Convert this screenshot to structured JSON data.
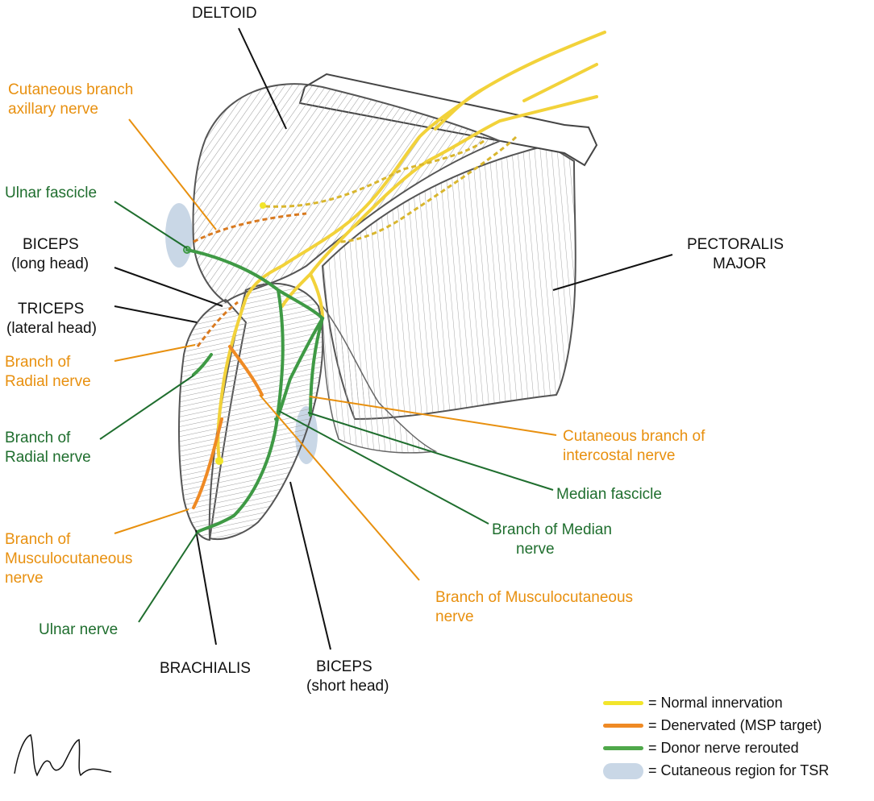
{
  "labels": {
    "deltoid": "DELTOID",
    "cut_axillary": [
      "Cutaneous branch",
      "axillary nerve"
    ],
    "ulnar_fascicle": "Ulnar fascicle",
    "biceps_long": [
      "BICEPS",
      "(long head)"
    ],
    "triceps_lateral": [
      "TRICEPS",
      "(lateral head)"
    ],
    "branch_radial_orange": [
      "Branch of",
      "Radial nerve"
    ],
    "branch_radial_green": [
      "Branch of",
      "Radial nerve"
    ],
    "branch_musculo_left": [
      "Branch of",
      "Musculocutaneous",
      "nerve"
    ],
    "ulnar_nerve": "Ulnar nerve",
    "brachialis": "BRACHIALIS",
    "biceps_short": [
      "BICEPS",
      "(short head)"
    ],
    "pectoralis": [
      "PECTORALIS",
      "MAJOR"
    ],
    "cut_intercostal": [
      "Cutaneous branch of",
      "intercostal nerve"
    ],
    "median_fascicle": "Median fascicle",
    "branch_median": [
      "Branch of Median",
      "nerve"
    ],
    "branch_musculo_right": [
      "Branch of Musculocutaneous",
      "nerve"
    ]
  },
  "legend": [
    {
      "text": "= Normal innervation",
      "color": "#f2e52b"
    },
    {
      "text": "= Denervated (MSP target)",
      "color": "#ef8a24"
    },
    {
      "text": "= Donor nerve rerouted",
      "color": "#4fa84a"
    },
    {
      "text": "= Cutaneous region for TSR",
      "color": "#c9d7e6"
    }
  ],
  "colors": {
    "normal": "#f2d23a",
    "denervated": "#ef8a24",
    "donor": "#3f9a45",
    "cutaneous": "#c9d7e6",
    "label_orange": "#e8900f",
    "label_green": "#1f6e2e"
  }
}
